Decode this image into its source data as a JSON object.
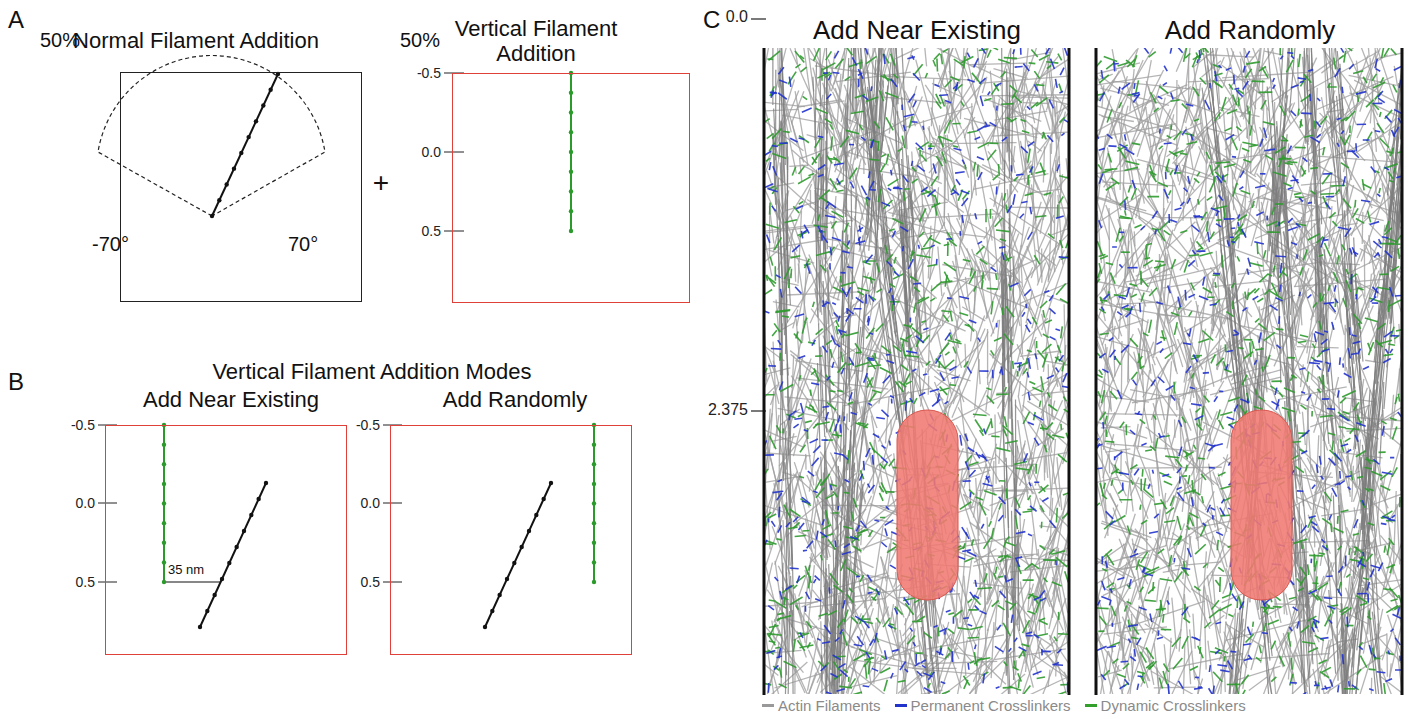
{
  "diagram": {
    "nodes": [
      {
        "text": [
          "Normal Filament Addition"
        ]
      },
      {
        "text": [
          "Vertical Filament Addition"
        ]
      },
      {
        "text": [
          "Add Near Existing"
        ]
      },
      {
        "text": [
          "Add Randomly"
        ]
      },
      {
        "text": [
          "Add Near Existing"
        ]
      },
      {
        "text": [
          "Add Randomly"
        ]
      }
    ],
    "labels": [
      "A",
      "50%",
      "-70°",
      "70°",
      "+",
      "50%",
      "-0.5",
      "0.0",
      "0.5",
      "B",
      "Vertical Filament Addition Modes",
      "-0.5",
      "0.0",
      "0.5",
      "35 nm",
      "-0.5",
      "0.0",
      "0.5",
      "C",
      "0.0",
      "2.375"
    ],
    "legend": [
      {
        "text": "Actin Filaments",
        "color": "#999999"
      },
      {
        "text": "Permanent Crosslinkers",
        "color": "#2233cc"
      },
      {
        "text": "Dynamic Crosslinkers",
        "color": "#33a02c"
      }
    ]
  }
}
